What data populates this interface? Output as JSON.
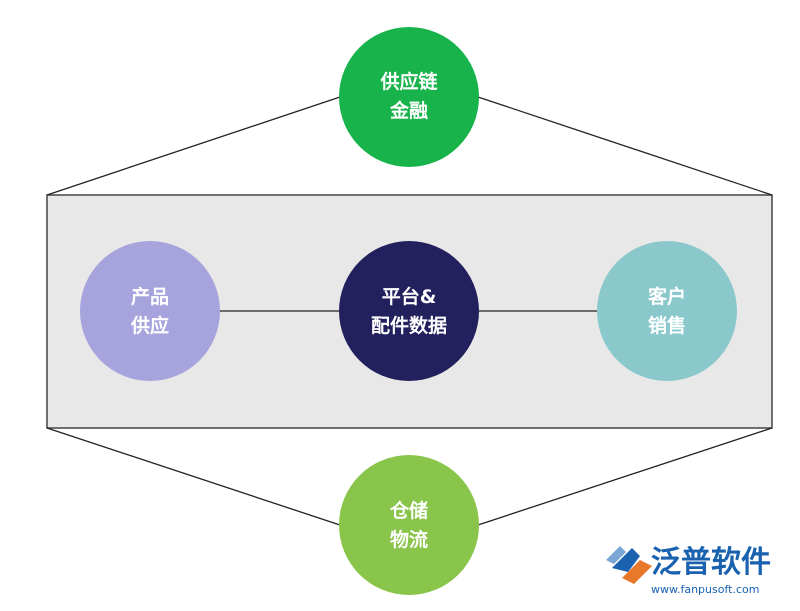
{
  "nodes": {
    "finance": {
      "line1": "供应链",
      "line2": "金融",
      "color": "#18b34a"
    },
    "supply": {
      "line1": "产品",
      "line2": "供应",
      "color": "#a7a4dd"
    },
    "platform": {
      "line1": "平台&",
      "line2": "配件数据",
      "color": "#22205d"
    },
    "sales": {
      "line1": "客户",
      "line2": "销售",
      "color": "#8ac8cc"
    },
    "logistics": {
      "line1": "仓储",
      "line2": "物流",
      "color": "#88c54a"
    }
  },
  "panel": {
    "fill": "#e8e8e8",
    "stroke": "#444444"
  },
  "logo": {
    "brand": "泛普软件",
    "url": "www.fanpusoft.com",
    "color": "#1a62b0"
  }
}
